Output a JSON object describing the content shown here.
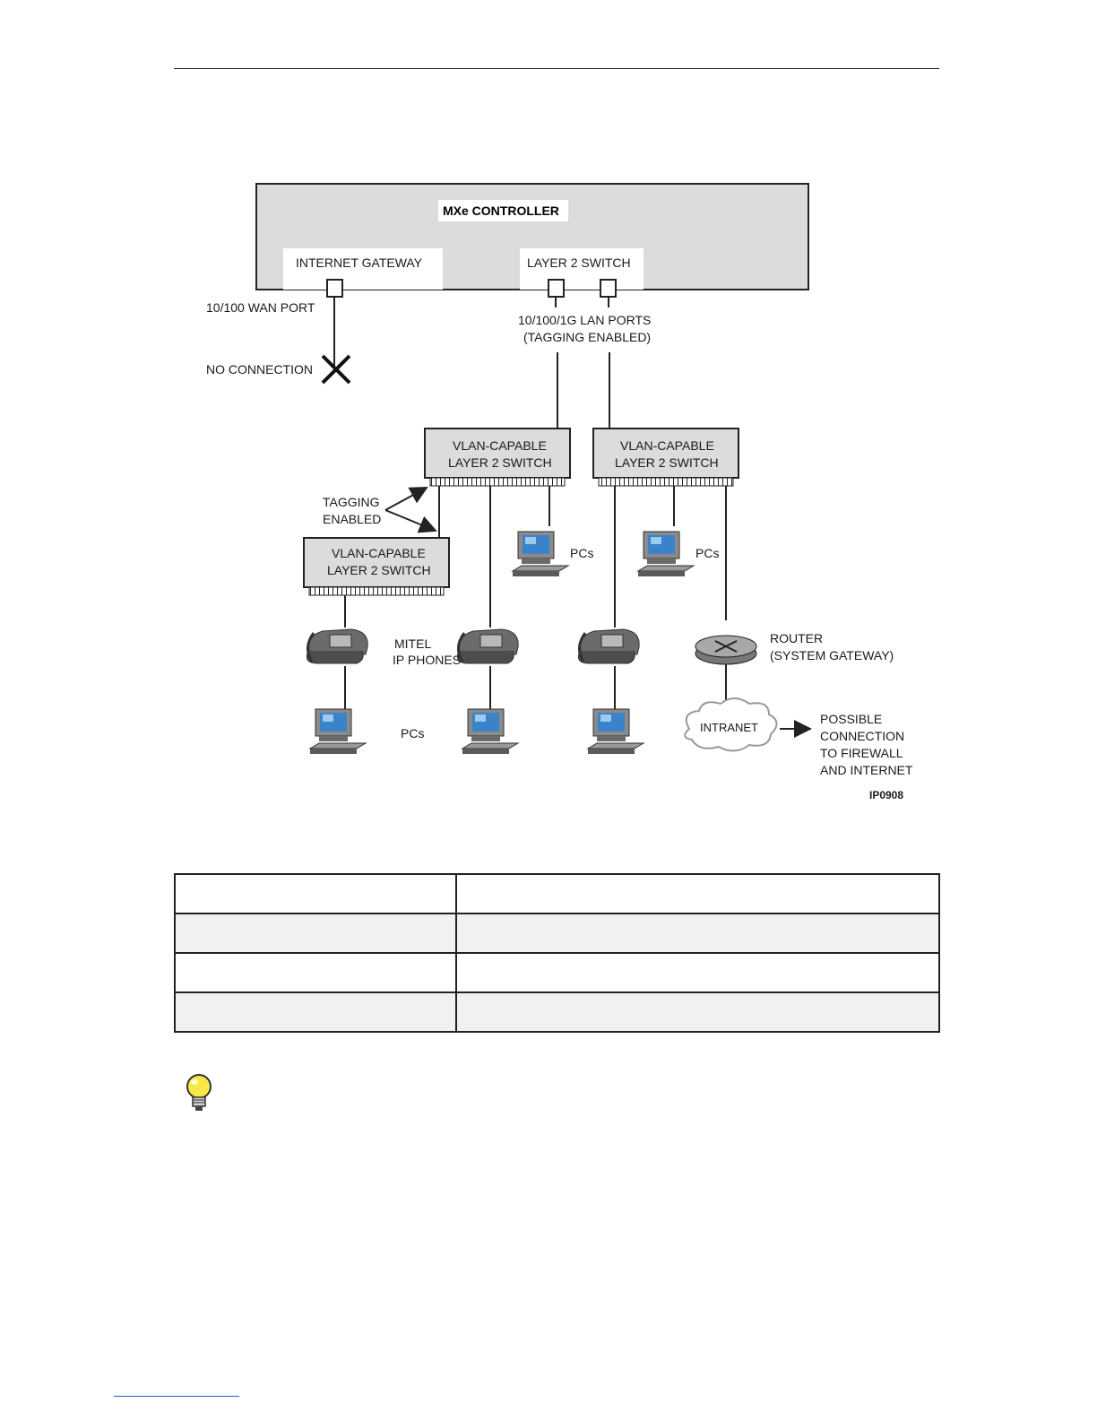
{
  "diagram": {
    "controller_title": "MXe CONTROLLER",
    "internet_gateway": "INTERNET GATEWAY",
    "layer2_switch": "LAYER 2 SWITCH",
    "wan_port": "10/100 WAN PORT",
    "no_connection": "NO CONNECTION",
    "lan_ports_line1": "10/100/1G LAN PORTS",
    "lan_ports_line2": "(TAGGING ENABLED)",
    "vlan_switch_line1": "VLAN-CAPABLE",
    "vlan_switch_line2": "LAYER 2 SWITCH",
    "tagging_line1": "TAGGING",
    "tagging_line2": "ENABLED",
    "pcs": "PCs",
    "mitel_line1": "MITEL",
    "mitel_line2": "IP PHONES",
    "router_line1": "ROUTER",
    "router_line2": "(SYSTEM GATEWAY)",
    "intranet": "INTRANET",
    "possible_line1": "POSSIBLE",
    "possible_line2": "CONNECTION",
    "possible_line3": "TO FIREWALL",
    "possible_line4": "AND INTERNET",
    "figure_code": "IP0908"
  },
  "table": {
    "rows": [
      [
        "",
        ""
      ],
      [
        "",
        ""
      ],
      [
        "",
        ""
      ],
      [
        "",
        ""
      ]
    ]
  },
  "icons": {
    "tip": "lightbulb-icon"
  },
  "colors": {
    "box_fill": "#dcdcdc",
    "tip_yellow": "#f7e84a"
  }
}
